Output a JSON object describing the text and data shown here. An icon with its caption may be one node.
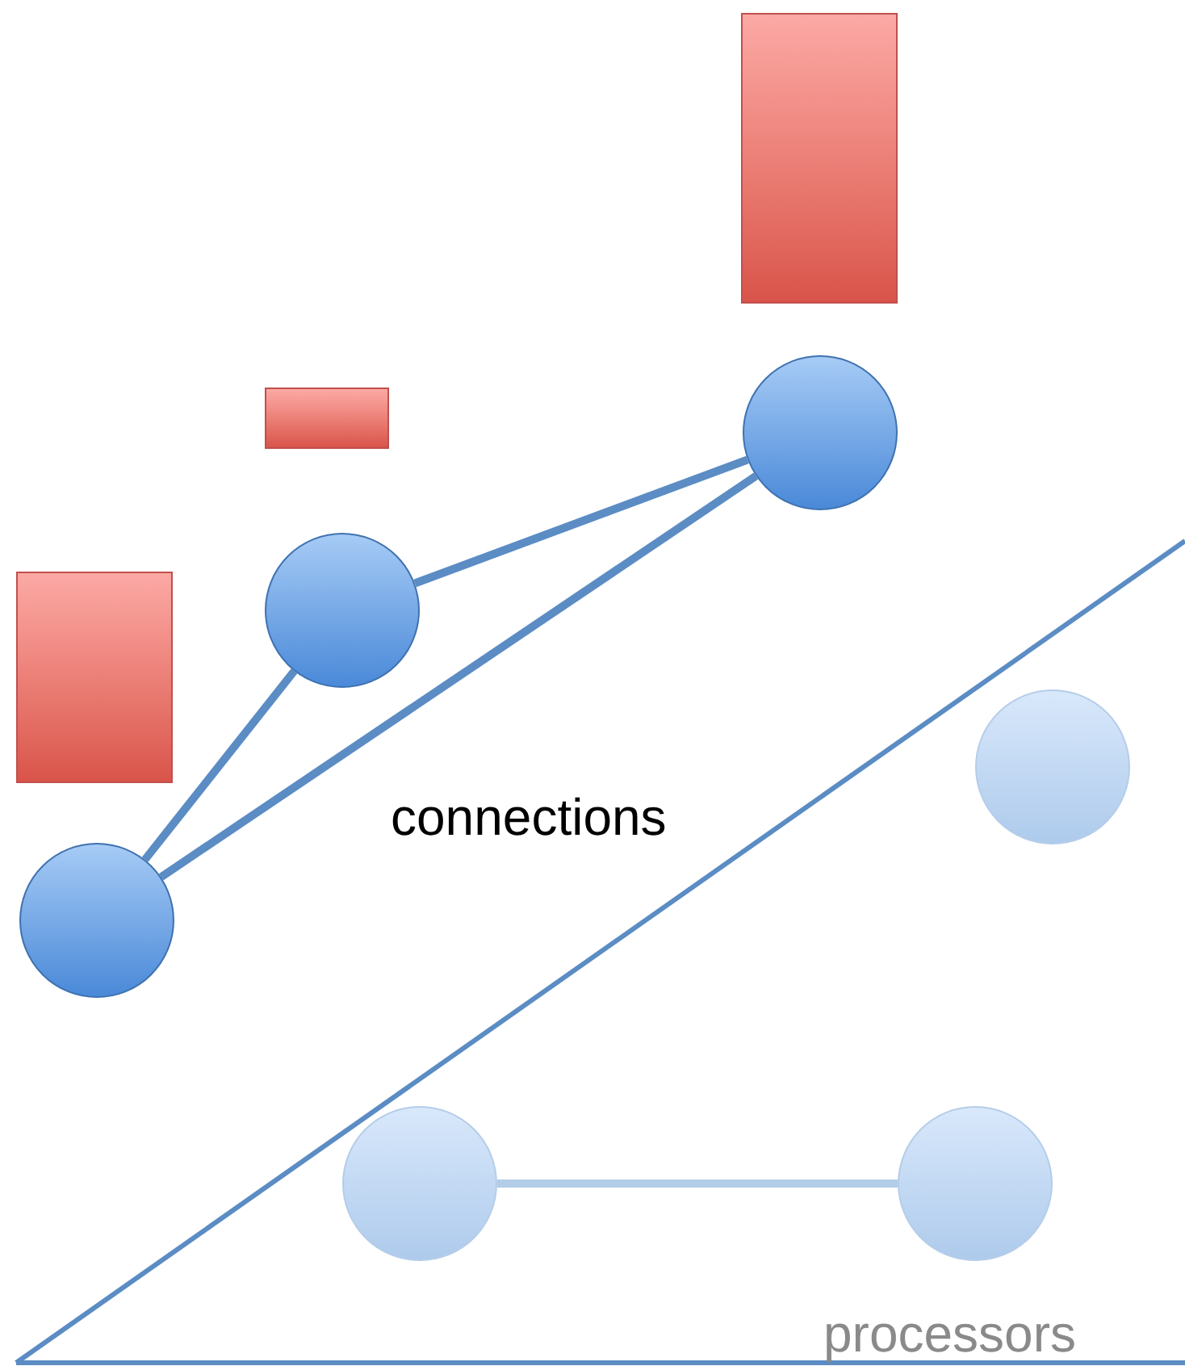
{
  "diagram": {
    "nodes": [
      {
        "text": [],
        "shape": "circle"
      },
      {
        "text": [],
        "shape": "circle"
      },
      {
        "text": [],
        "shape": "circle"
      },
      {
        "text": [],
        "shape": "circle"
      },
      {
        "text": [],
        "shape": "circle"
      },
      {
        "text": [],
        "shape": "circle"
      },
      {
        "text": [],
        "shape": "bar"
      },
      {
        "text": [],
        "shape": "bar"
      },
      {
        "text": [],
        "shape": "bar"
      }
    ],
    "edges": [
      {
        "from": 0,
        "to": 1,
        "arrow": "none"
      },
      {
        "from": 1,
        "to": 2,
        "arrow": "none"
      },
      {
        "from": 0,
        "to": 2,
        "arrow": "none"
      },
      {
        "from": 4,
        "to": 5,
        "arrow": "none",
        "color": "#b3cde8"
      }
    ],
    "labels": [
      "connections",
      "processors"
    ]
  }
}
